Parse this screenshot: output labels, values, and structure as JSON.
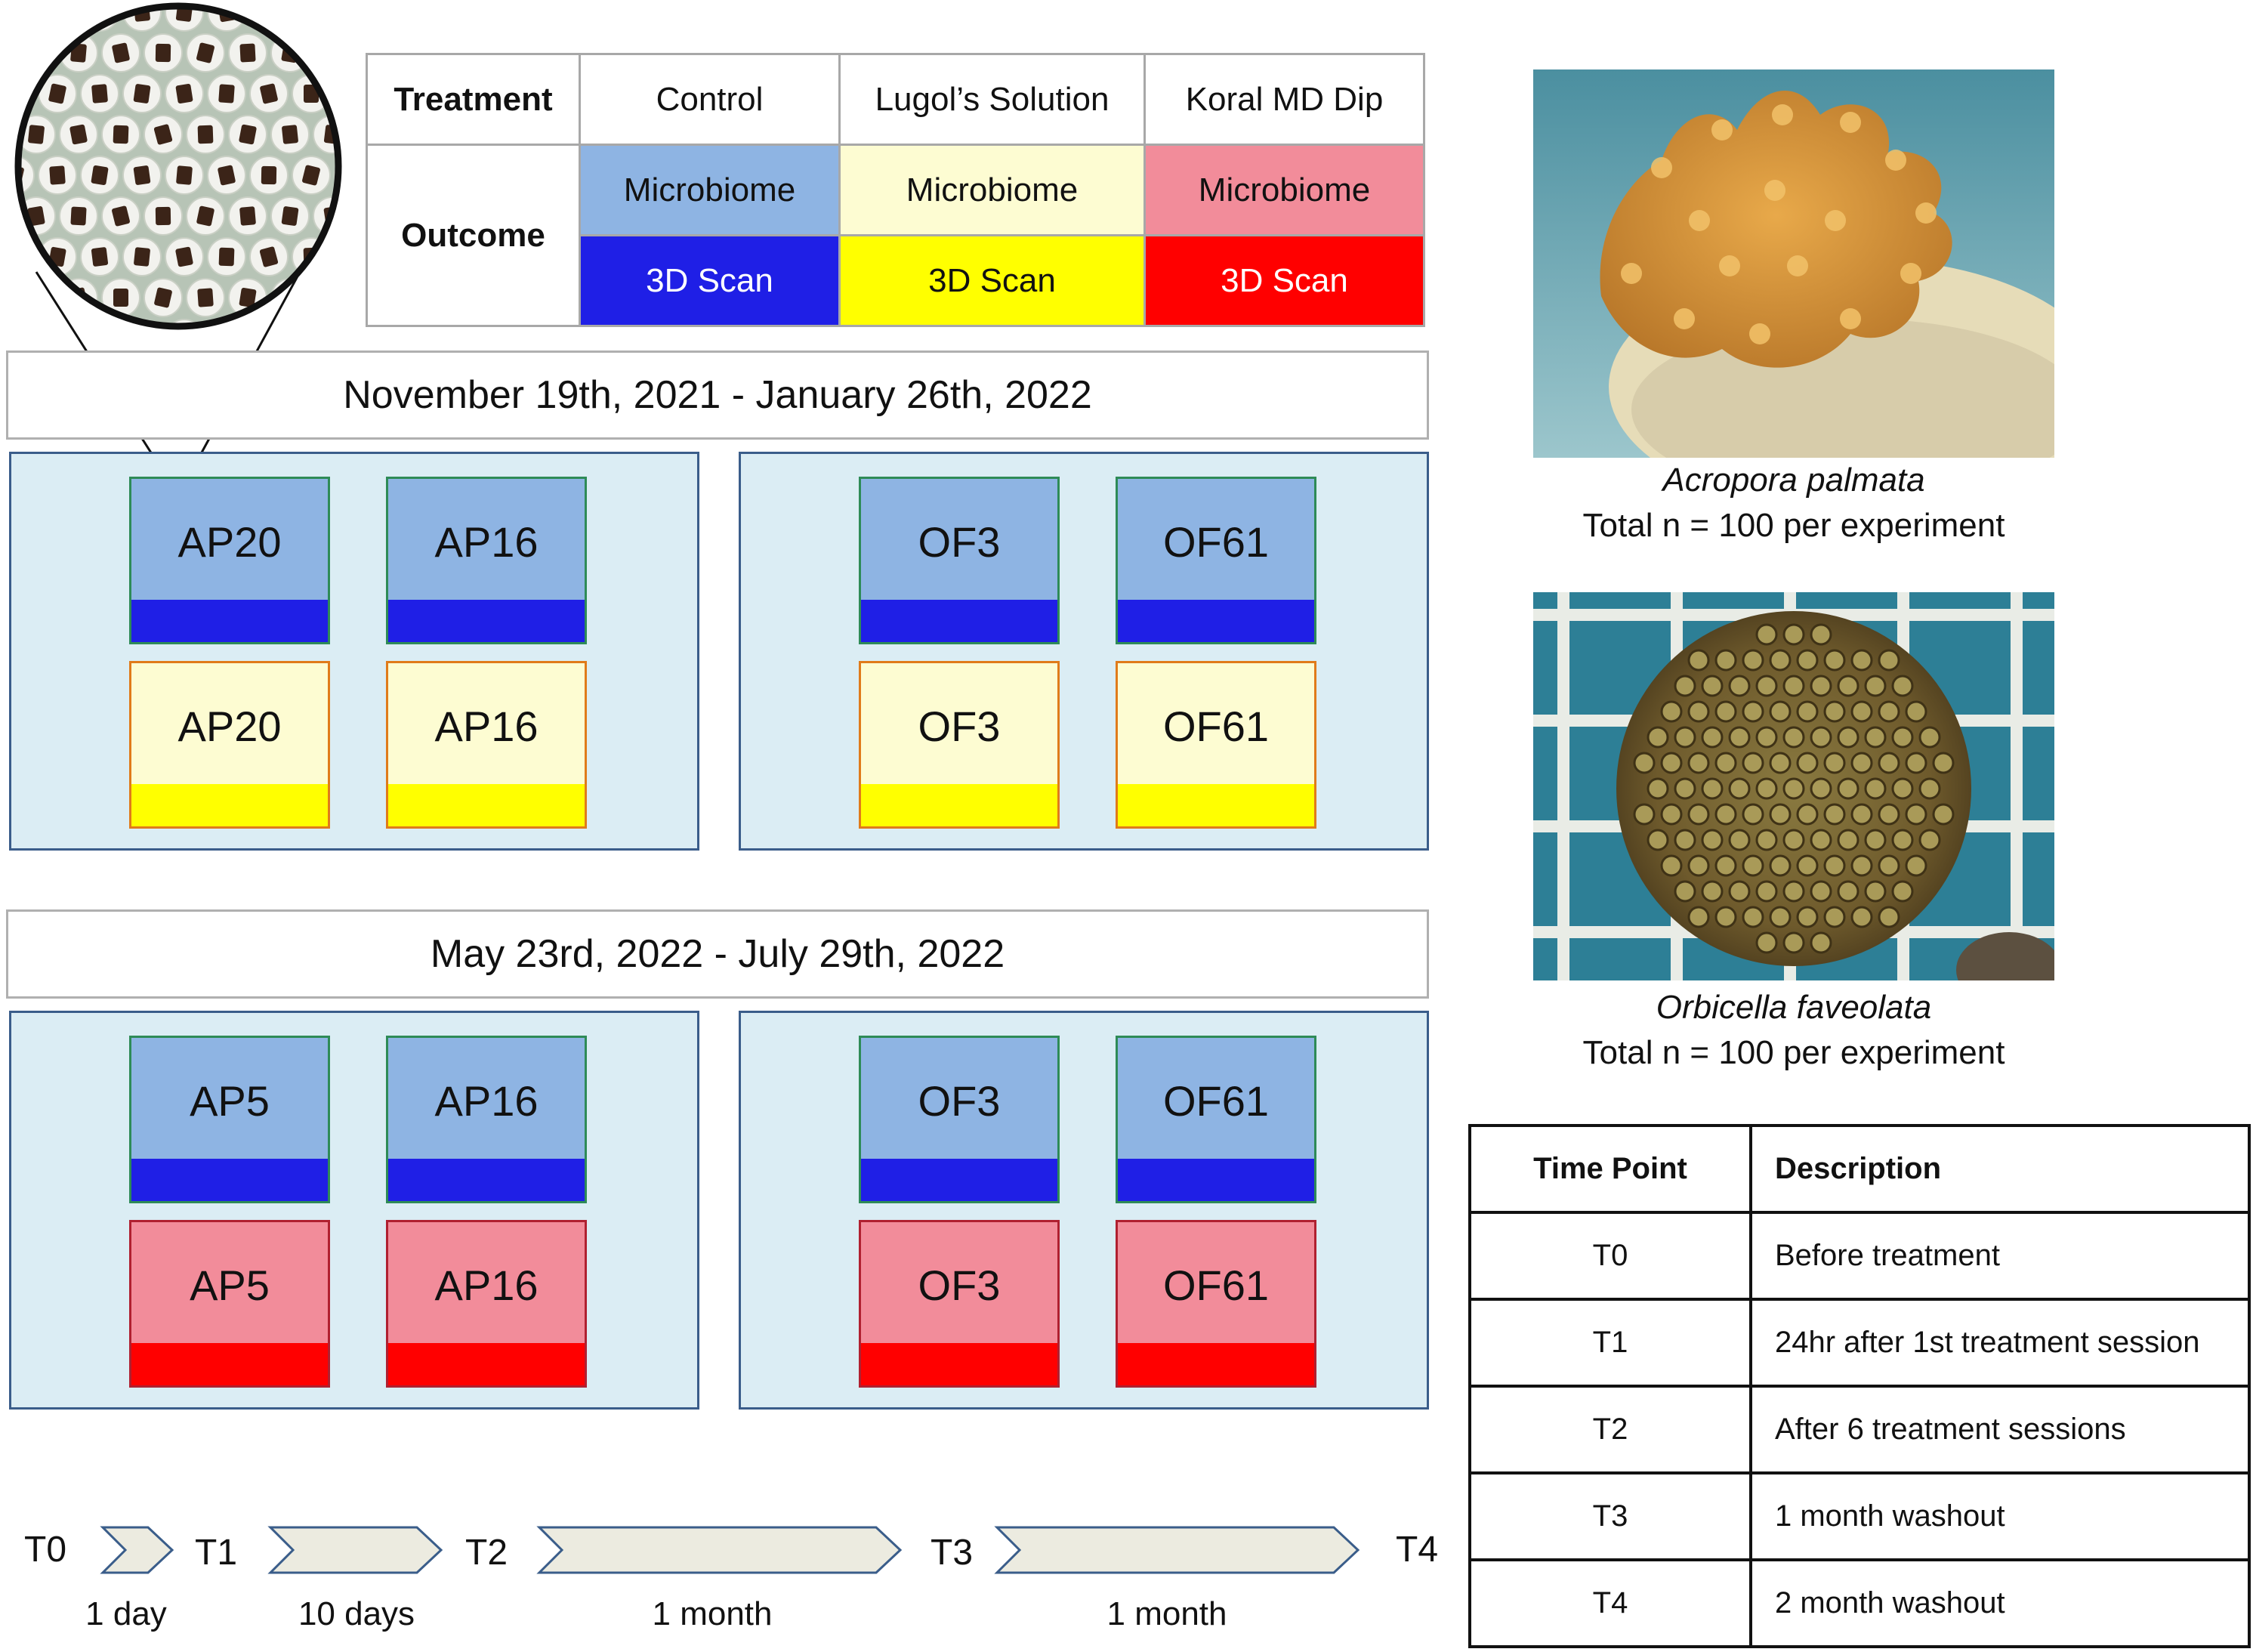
{
  "treatment_table": {
    "row_header_treatment": "Treatment",
    "row_header_outcome": "Outcome",
    "columns": [
      {
        "treatment": "Control",
        "microbiome": "Microbiome",
        "scan": "3D Scan",
        "light_color": "#8eb4e3",
        "dark_color": "#1f1fe6",
        "scan_text_color": "#ffffff"
      },
      {
        "treatment": "Lugol’s Solution",
        "microbiome": "Microbiome",
        "scan": "3D Scan",
        "light_color": "#fdfcd2",
        "dark_color": "#ffff00",
        "scan_text_color": "#111111"
      },
      {
        "treatment": "Koral MD Dip",
        "microbiome": "Microbiome",
        "scan": "3D Scan",
        "light_color": "#f28c9a",
        "dark_color": "#ff0000",
        "scan_text_color": "#ffffff"
      }
    ]
  },
  "experiments": [
    {
      "date_range": "November 19th, 2021 - January 26th, 2022",
      "panels": [
        {
          "tiles": [
            {
              "label": "AP20",
              "treatment": "control"
            },
            {
              "label": "AP16",
              "treatment": "control"
            },
            {
              "label": "AP20",
              "treatment": "lugol"
            },
            {
              "label": "AP16",
              "treatment": "lugol"
            }
          ]
        },
        {
          "tiles": [
            {
              "label": "OF3",
              "treatment": "control"
            },
            {
              "label": "OF61",
              "treatment": "control"
            },
            {
              "label": "OF3",
              "treatment": "lugol"
            },
            {
              "label": "OF61",
              "treatment": "lugol"
            }
          ]
        }
      ]
    },
    {
      "date_range": "May 23rd, 2022 - July 29th, 2022",
      "panels": [
        {
          "tiles": [
            {
              "label": "AP5",
              "treatment": "control"
            },
            {
              "label": "AP16",
              "treatment": "control"
            },
            {
              "label": "AP5",
              "treatment": "koral"
            },
            {
              "label": "AP16",
              "treatment": "koral"
            }
          ]
        },
        {
          "tiles": [
            {
              "label": "OF3",
              "treatment": "control"
            },
            {
              "label": "OF61",
              "treatment": "control"
            },
            {
              "label": "OF3",
              "treatment": "koral"
            },
            {
              "label": "OF61",
              "treatment": "koral"
            }
          ]
        }
      ]
    }
  ],
  "species": [
    {
      "name": "Acropora palmata",
      "total": "Total n = 100 per experiment"
    },
    {
      "name": "Orbicella faveolata",
      "total": "Total n = 100 per experiment"
    }
  ],
  "timepoint_table": {
    "header_timepoint": "Time Point",
    "header_description": "Description",
    "rows": [
      {
        "tp": "T0",
        "desc": "Before treatment"
      },
      {
        "tp": "T1",
        "desc": "24hr after 1st treatment session"
      },
      {
        "tp": "T2",
        "desc": "After 6 treatment sessions"
      },
      {
        "tp": "T3",
        "desc": "1 month washout"
      },
      {
        "tp": "T4",
        "desc": "2 month washout"
      }
    ]
  },
  "timeline": {
    "points": [
      "T0",
      "T1",
      "T2",
      "T3",
      "T4"
    ],
    "durations": [
      "1 day",
      "10 days",
      "1 month",
      "1 month"
    ]
  }
}
